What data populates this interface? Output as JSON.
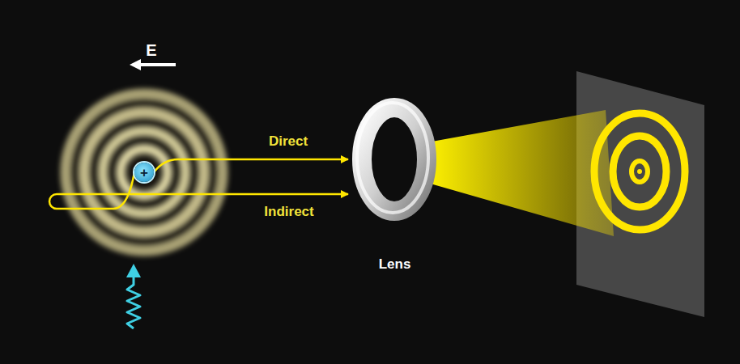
{
  "diagram": {
    "nodes": [
      {
        "text": [
          "+"
        ]
      },
      {
        "text": [
          "Lens"
        ]
      }
    ],
    "edges": [
      {
        "from": 0,
        "to": 1,
        "label": "Direct",
        "arrow": "to"
      },
      {
        "from": 0,
        "to": 1,
        "label": "Indirect",
        "arrow": "to"
      }
    ],
    "labels": [
      "E"
    ]
  }
}
